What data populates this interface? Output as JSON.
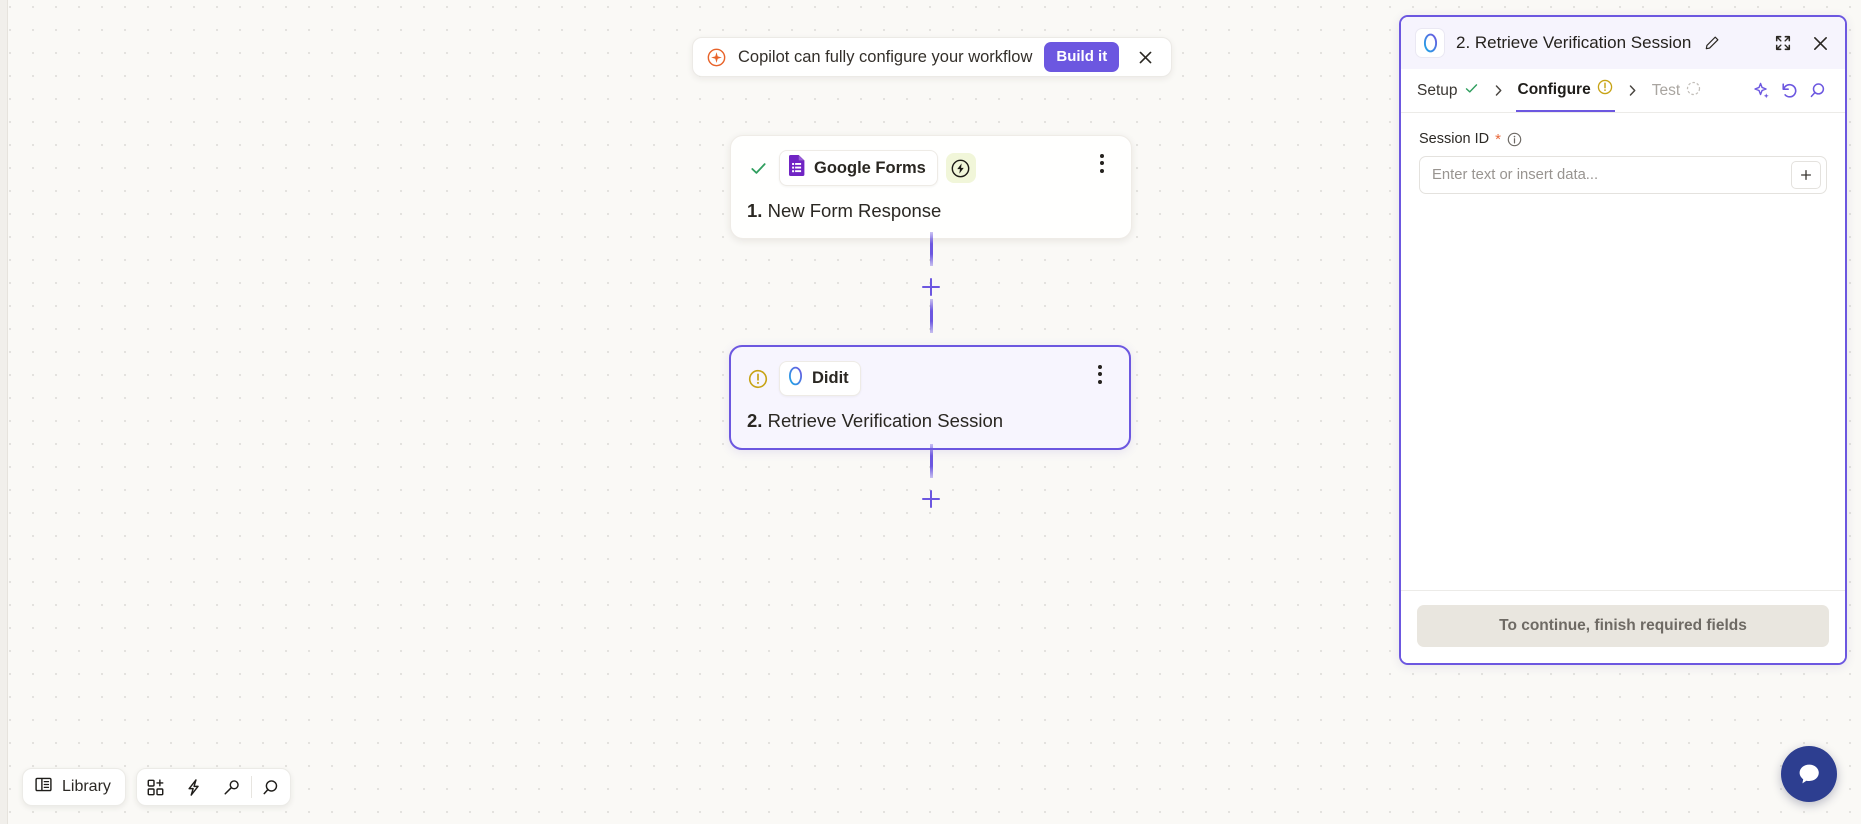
{
  "copilot_banner": {
    "icon": "copilot-star-icon",
    "text": "Copilot can fully configure your workflow",
    "build_label": "Build it",
    "close_icon": "close-icon",
    "accent_color": "#6c57e0",
    "icon_color": "#e8632a"
  },
  "flow": {
    "nodes": [
      {
        "status_icon": "check-icon",
        "status_color": "#2f9e5e",
        "app_icon": "google-forms-icon",
        "app_name": "Google Forms",
        "badge_icon": "trigger-bolt-icon",
        "badge_bg": "#f1f6d9",
        "step_number": "1.",
        "title": "New Form Response",
        "menu_icon": "kebab-menu-icon",
        "selected": false
      },
      {
        "status_icon": "warning-icon",
        "status_color": "#c7a315",
        "app_icon": "didit-icon",
        "app_name": "Didit",
        "step_number": "2.",
        "title": "Retrieve Verification Session",
        "menu_icon": "kebab-menu-icon",
        "selected": true
      }
    ],
    "add_step_icon": "plus-icon",
    "connector_color": "#6c57e0"
  },
  "bottom_toolbar": {
    "library_label": "Library",
    "library_icon": "book-icon",
    "icons": [
      "add-grid-icon",
      "bolt-icon",
      "wrench-icon",
      "search-icon"
    ]
  },
  "chat_fab": {
    "icon": "chat-bubble-icon",
    "color": "#2d3e90"
  },
  "config_panel": {
    "logo": "didit-logo-icon",
    "title": "2. Retrieve Verification Session",
    "edit_icon": "pencil-icon",
    "expand_icon": "expand-icon",
    "close_icon": "close-icon",
    "tabs": [
      {
        "label": "Setup",
        "state": "complete",
        "state_icon": "check-icon",
        "active": false
      },
      {
        "label": "Configure",
        "state": "warning",
        "state_icon": "warning-icon",
        "active": true
      },
      {
        "label": "Test",
        "state": "pending",
        "state_icon": "pending-icon",
        "active": false
      }
    ],
    "tab_separator_icon": "chevron-right-icon",
    "tab_actions": [
      "sparkle-icon",
      "undo-icon",
      "search-icon"
    ],
    "fields": [
      {
        "label": "Session ID",
        "required_marker": "*",
        "info_icon": "info-icon",
        "value": "",
        "placeholder": "Enter text or insert data...",
        "insert_icon": "plus-icon"
      }
    ],
    "footer_button": "To continue, finish required fields",
    "accent_color": "#6c57e0"
  }
}
